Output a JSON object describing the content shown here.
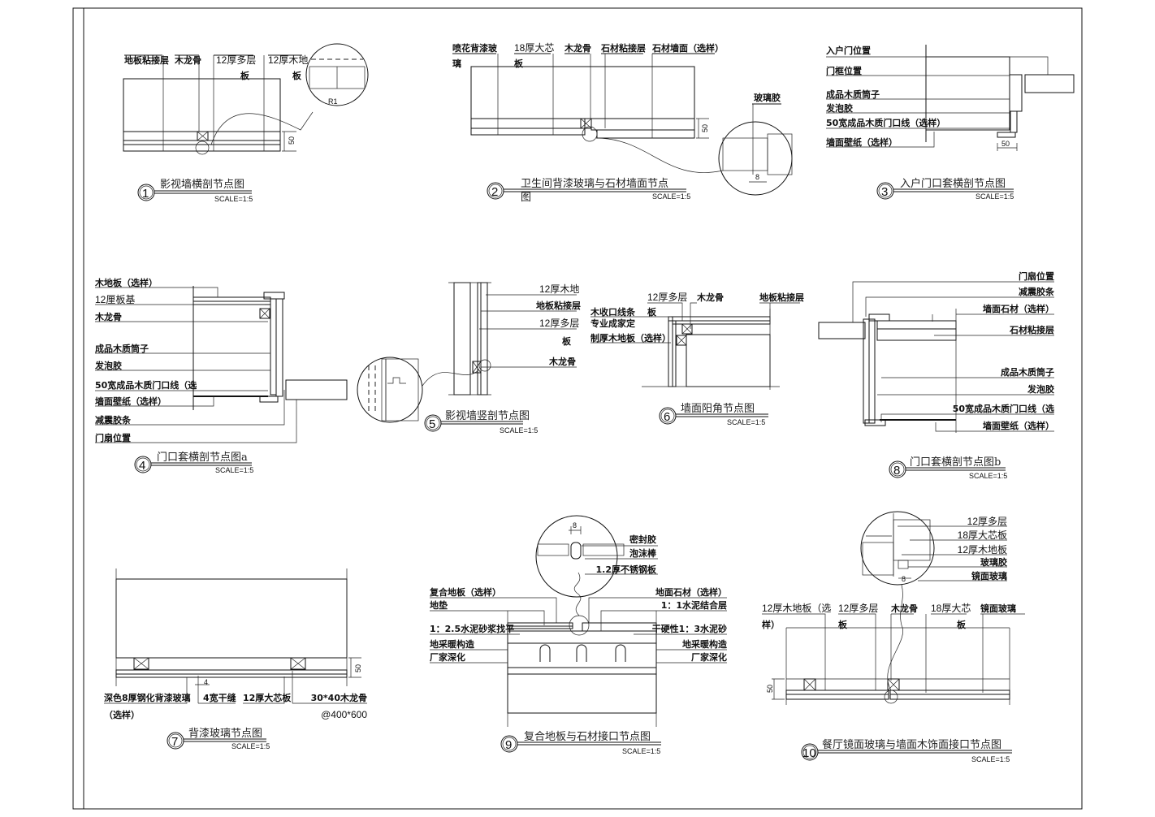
{
  "drawings": [
    {
      "num": "1",
      "title": "影视墙横剖节点图",
      "scale": "SCALE=1:5",
      "labels": [
        "地板粘接层",
        "木龙骨",
        "12厚多层",
        "板",
        "12厚木地",
        "板"
      ],
      "dims": [
        "50",
        "R1"
      ]
    },
    {
      "num": "2",
      "title": "卫生间背漆玻璃与石材墙面节点",
      "title2": "图",
      "scale": "SCALE=1:5",
      "labels": [
        "喷花背漆玻",
        "璃",
        "18厚大芯",
        "板",
        "木龙骨",
        "石材粘接层",
        "石材墙面（选样）",
        "玻璃胶"
      ],
      "dims": [
        "50",
        "8"
      ]
    },
    {
      "num": "3",
      "title": "入户门口套横剖节点图",
      "scale": "SCALE=1:5",
      "labels": [
        "入户门位置",
        "门框位置",
        "成品木质筒子",
        "发泡胶",
        "50宽成品木质门口线（选样）",
        "墙面壁纸（选样）"
      ],
      "dims": [
        "50"
      ]
    },
    {
      "num": "4",
      "title": "门口套横剖节点图a",
      "scale": "SCALE=1:5",
      "labels": [
        "木地板（选样）",
        "12厘板基",
        "木龙骨",
        "成品木质筒子",
        "发泡胶",
        "50宽成品木质门口线（选",
        "墙面壁纸（选样）",
        "减震胶条",
        "门扇位置"
      ]
    },
    {
      "num": "5",
      "title": "影视墙竖剖节点图",
      "scale": "SCALE=1:5",
      "labels": [
        "12厚木地",
        "地板粘接层",
        "12厚多层",
        "板",
        "木龙骨"
      ]
    },
    {
      "num": "6",
      "title": "墙面阳角节点图",
      "scale": "SCALE=1:5",
      "labels": [
        "12厚多层",
        "板",
        "木龙骨",
        "地板粘接层",
        "木收口线条",
        "专业成家定",
        "制厚木地板（选样）"
      ]
    },
    {
      "num": "7",
      "title": "背漆玻璃节点图",
      "scale": "SCALE=1:5",
      "labels": [
        "深色8厚钢化背漆玻璃",
        "（选样）",
        "4宽干缝",
        "12厚大芯板",
        "30*40木龙骨",
        "@400*600"
      ],
      "dims": [
        "4",
        "50"
      ]
    },
    {
      "num": "8",
      "title": "门口套横剖节点图b",
      "scale": "SCALE=1:5",
      "labels": [
        "门扇位置",
        "减震胶条",
        "墙面石材（选样）",
        "石材粘接层",
        "成品木质筒子",
        "发泡胶",
        "50宽成品木质门口线（选",
        "墙面壁纸（选样）"
      ]
    },
    {
      "num": "9",
      "title": "复合地板与石材接口节点图",
      "scale": "SCALE=1:5",
      "labels": [
        "密封胶",
        "泡沫棒",
        "1.2厚不锈钢板",
        "复合地板（选样）",
        "地垫",
        "1：2.5水泥砂浆找平",
        "地采暖构造",
        "厂家深化",
        "地面石材（选样）",
        "1：1水泥结合层",
        "干硬性1：3水泥砂",
        "地采暖构造",
        "厂家深化"
      ],
      "dims": [
        "8"
      ]
    },
    {
      "num": "10",
      "title": "餐厅镜面玻璃与墙面木饰面接口节点图",
      "scale": "SCALE=1:5",
      "labels": [
        "12厚多层",
        "18厚大芯板",
        "12厚木地板",
        "玻璃胶",
        "镜面玻璃",
        "12厚木地板（选",
        "样）",
        "12厚多层",
        "板",
        "木龙骨",
        "18厚大芯",
        "板",
        "镜面玻璃"
      ],
      "dims": [
        "8",
        "50"
      ]
    }
  ]
}
